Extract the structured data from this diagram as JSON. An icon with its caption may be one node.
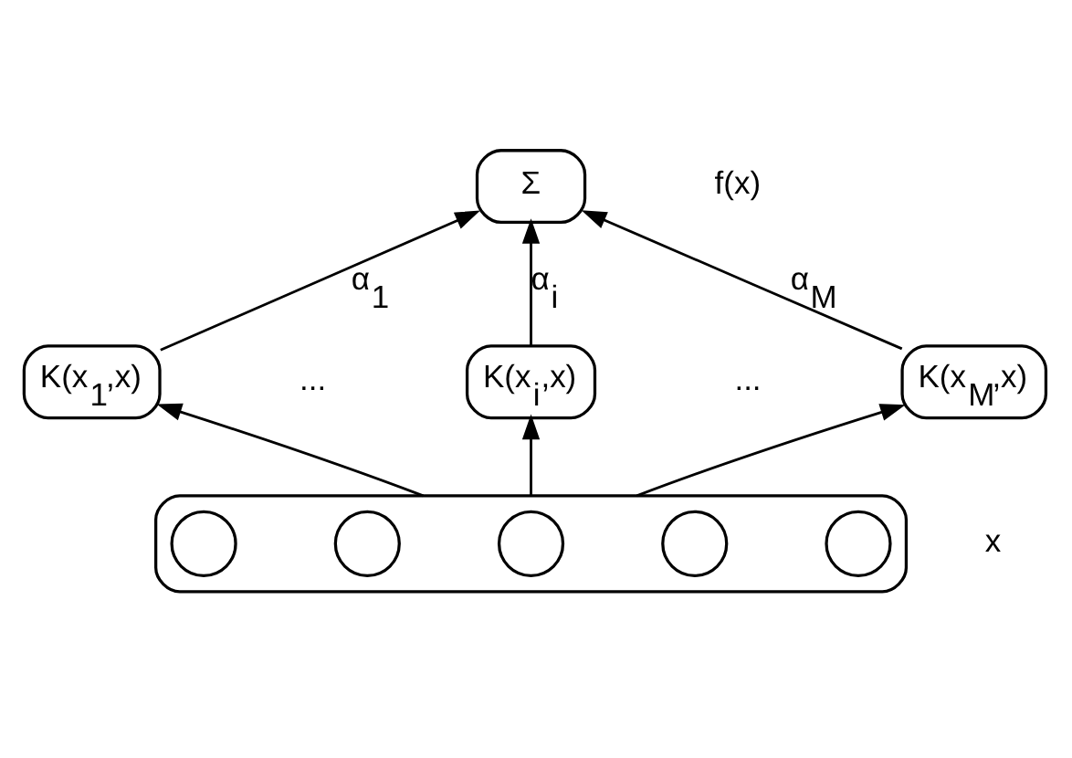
{
  "diagram": {
    "nodes": [
      {
        "text": [
          "Σ"
        ],
        "beside": [
          "f(x)"
        ]
      },
      {
        "text": [
          "K(x$_{1}$,x)"
        ]
      },
      {
        "text": [
          "K(x$_{i}$,x)"
        ]
      },
      {
        "text": [
          "K(x$_{M}$,x)"
        ]
      },
      {
        "text": [],
        "shape": "box",
        "beside": [
          "x"
        ]
      },
      {
        "text": [],
        "shape": "circle",
        "in": 4
      },
      {
        "text": [],
        "shape": "circle",
        "in": 4
      },
      {
        "text": [],
        "shape": "circle",
        "in": 4
      },
      {
        "text": [],
        "shape": "circle",
        "in": 4
      },
      {
        "text": [],
        "shape": "circle",
        "in": 4
      }
    ],
    "edges": [
      {
        "from": 4,
        "to": 1,
        "arrow": "to"
      },
      {
        "from": 4,
        "to": 2,
        "arrow": "to"
      },
      {
        "from": 4,
        "to": 3,
        "arrow": "to"
      },
      {
        "from": 1,
        "to": 0,
        "arrow": "to",
        "label": "α$_{1}$"
      },
      {
        "from": 2,
        "to": 0,
        "arrow": "to",
        "label": "α$_{i}$"
      },
      {
        "from": 3,
        "to": 0,
        "arrow": "to",
        "label": "α$_{M}$"
      }
    ],
    "labels": [
      "...",
      "..."
    ]
  }
}
